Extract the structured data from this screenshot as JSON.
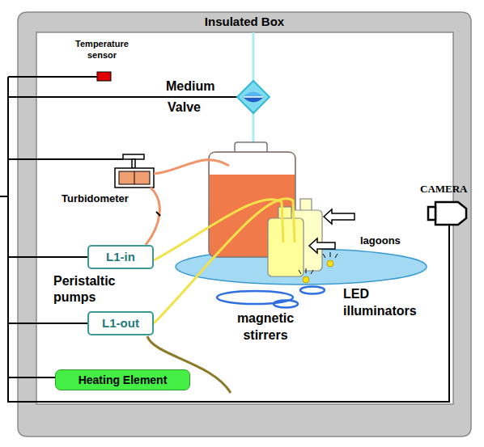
{
  "diagram": {
    "nodes": [
      {
        "text": [
          "Insulated Box"
        ]
      },
      {
        "text": [
          "L1-in"
        ],
        "in": 0
      },
      {
        "text": [
          "L1-out"
        ],
        "in": 0
      },
      {
        "text": [
          "Heating Element"
        ],
        "in": 0
      }
    ],
    "labels": [
      "Temperature sensor",
      "Medium",
      "Valve",
      "Turbidometer",
      "Peristaltic pumps",
      "lagoons",
      "LED illuminators",
      "magnetic stirrers",
      "CAMERA"
    ]
  }
}
